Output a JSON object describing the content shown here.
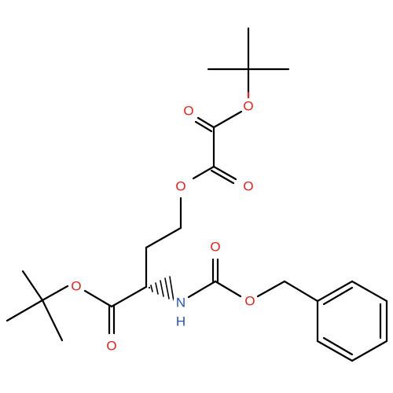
{
  "molecule": {
    "atoms": {
      "o_ester1_carbonyl": "O",
      "o_ester1_ether": "O",
      "o_ester2_carbonyl": "O",
      "o_ether_chain": "O",
      "o_amino_ester_carbonyl": "O",
      "o_amino_ester_ether": "O",
      "o_cbz_carbonyl": "O",
      "o_cbz_ether": "O",
      "n_amide": "N",
      "h_amide": "H"
    },
    "colors": {
      "bond": "#000000",
      "oxygen": "#e8211a",
      "nitrogen": "#1f4fd6",
      "background": "#ffffff"
    }
  }
}
